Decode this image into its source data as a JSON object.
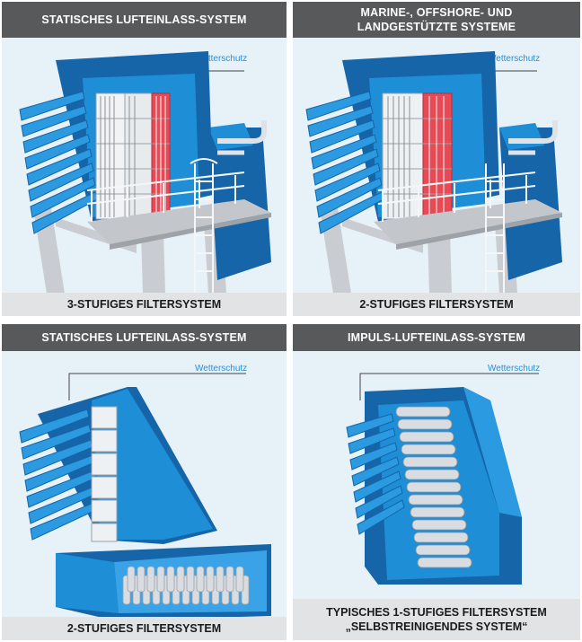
{
  "panels": [
    {
      "header": "STATISCHES LUFTEINLASS-SYSTEM",
      "label": "Wetterschutz",
      "footer": "3-STUFIGES FILTERSYSTEM"
    },
    {
      "header_line1": "MARINE-, OFFSHORE- UND",
      "header_line2": "LANDGESTÜTZTE SYSTEME",
      "label": "Wetterschutz",
      "footer": "2-STUFIGES FILTERSYSTEM"
    },
    {
      "header": "STATISCHES LUFTEINLASS-SYSTEM",
      "label": "Wetterschutz",
      "footer": "2-STUFIGES FILTERSYSTEM"
    },
    {
      "header": "IMPULS-LUFTEINLASS-SYSTEM",
      "label": "Wetterschutz",
      "footer_line1": "TYPISCHES 1-STUFIGES FILTERSYSTEM",
      "footer_line2": "„SELBSTREINIGENDES SYSTEM“"
    }
  ],
  "colors": {
    "housing_blue": "#1e8fd6",
    "housing_dark": "#1565a8",
    "filter_red": "#e84a55",
    "header_bg": "#57595b",
    "footer_bg": "#e2e3e4",
    "label_blue": "#2b8fd1"
  },
  "icons": [
    "weather-hood-louvres",
    "filter-cartridge",
    "service-platform",
    "access-ladder",
    "support-structure",
    "pulse-filter-tubes"
  ]
}
